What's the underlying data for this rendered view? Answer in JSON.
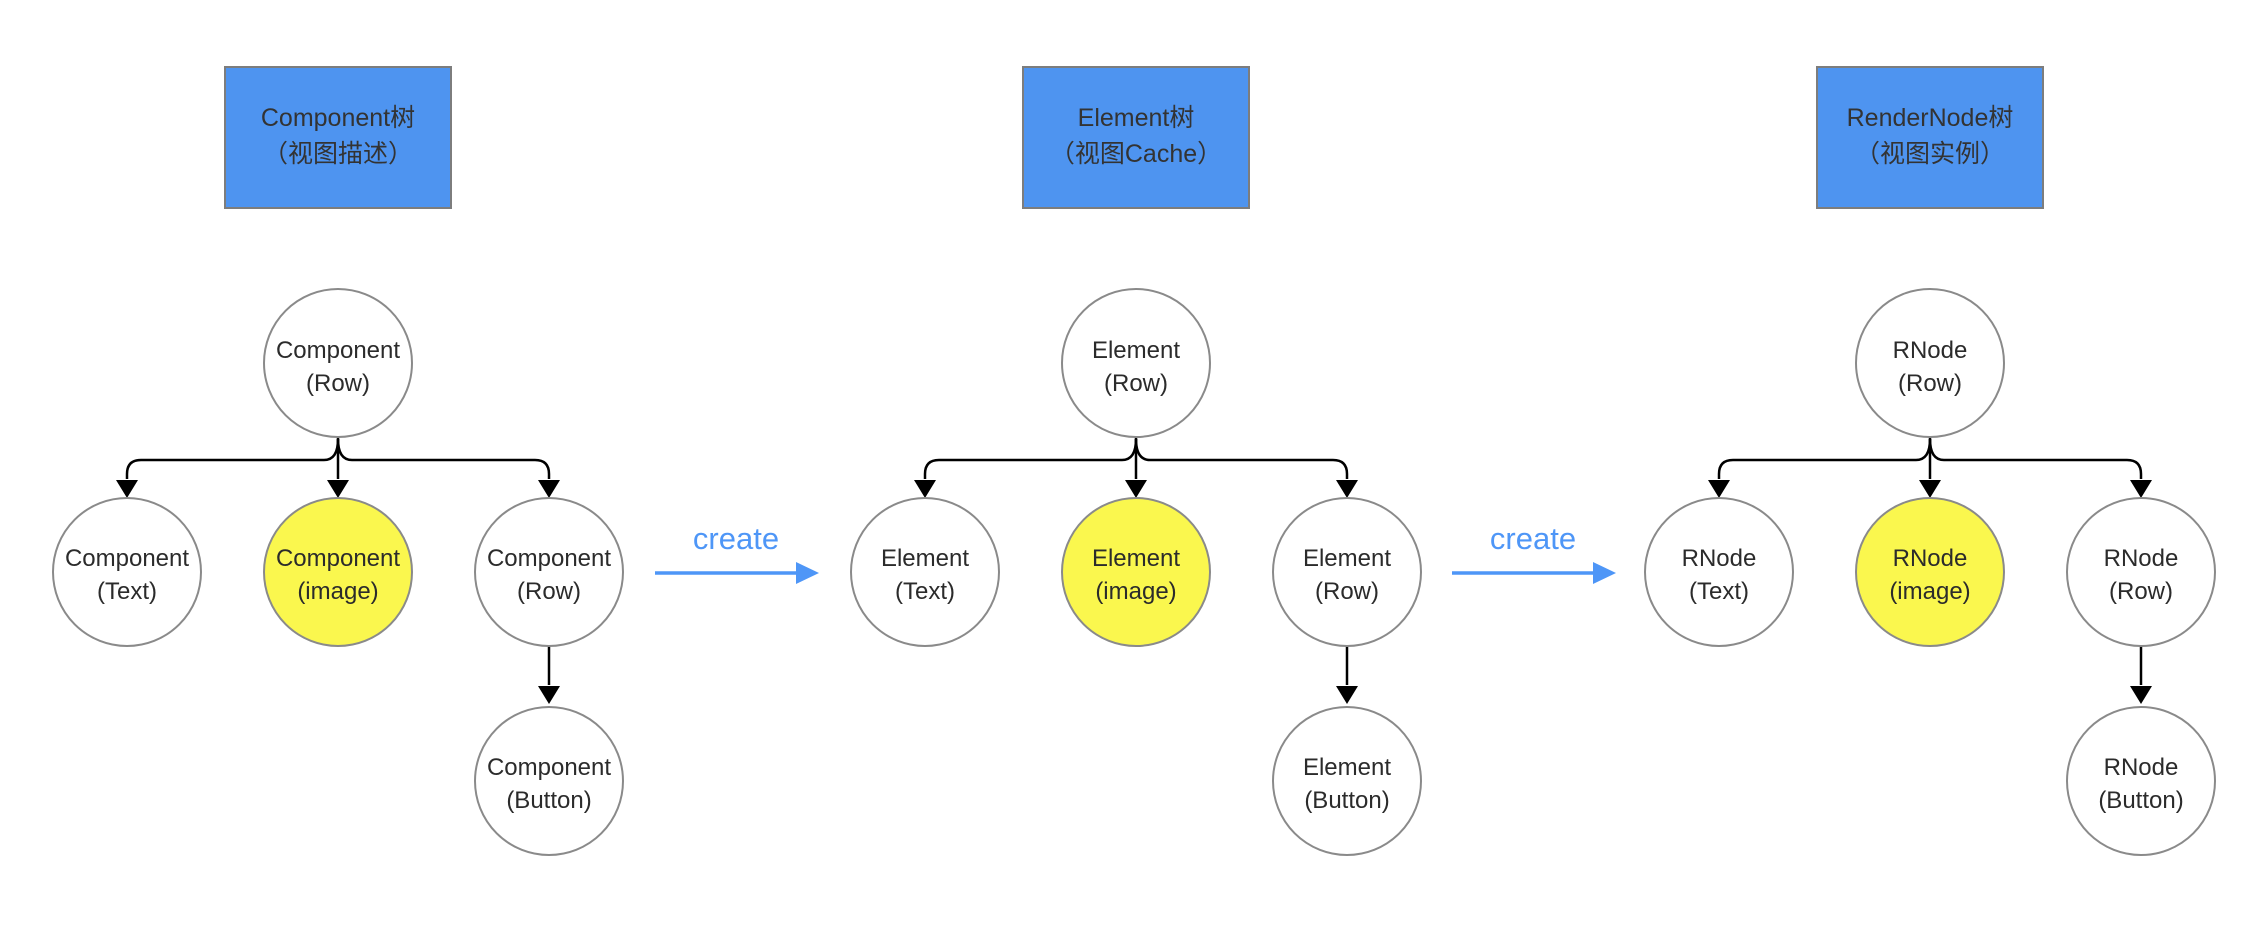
{
  "diagram": {
    "colors": {
      "box_blue": "#4E94F0",
      "box_border": "#7D7D7D",
      "circle_border": "#8A8A8A",
      "highlight_yellow": "#FAF74E",
      "create_blue": "#4E96F7",
      "line_black": "#000000",
      "title_text": "#333333",
      "node_text": "#2B2B2B"
    },
    "trees": [
      {
        "title": {
          "line1": "Component树",
          "line2": "（视图描述）"
        },
        "root": {
          "line1": "Component",
          "line2": "(Row)"
        },
        "children": [
          {
            "line1": "Component",
            "line2": "(Text)"
          },
          {
            "line1": "Component",
            "line2": "(image)"
          },
          {
            "line1": "Component",
            "line2": "(Row)"
          }
        ],
        "grandchild": {
          "line1": "Component",
          "line2": "(Button)"
        }
      },
      {
        "title": {
          "line1": "Element树",
          "line2": "（视图Cache）"
        },
        "root": {
          "line1": "Element",
          "line2": "(Row)"
        },
        "children": [
          {
            "line1": "Element",
            "line2": "(Text)"
          },
          {
            "line1": "Element",
            "line2": "(image)"
          },
          {
            "line1": "Element",
            "line2": "(Row)"
          }
        ],
        "grandchild": {
          "line1": "Element",
          "line2": "(Button)"
        }
      },
      {
        "title": {
          "line1": "RenderNode树",
          "line2": "（视图实例）"
        },
        "root": {
          "line1": "RNode",
          "line2": "(Row)"
        },
        "children": [
          {
            "line1": "RNode",
            "line2": "(Text)"
          },
          {
            "line1": "RNode",
            "line2": "(image)"
          },
          {
            "line1": "RNode",
            "line2": "(Row)"
          }
        ],
        "grandchild": {
          "line1": "RNode",
          "line2": "(Button)"
        }
      }
    ],
    "create_arrows": [
      {
        "label": "create"
      },
      {
        "label": "create"
      }
    ]
  }
}
